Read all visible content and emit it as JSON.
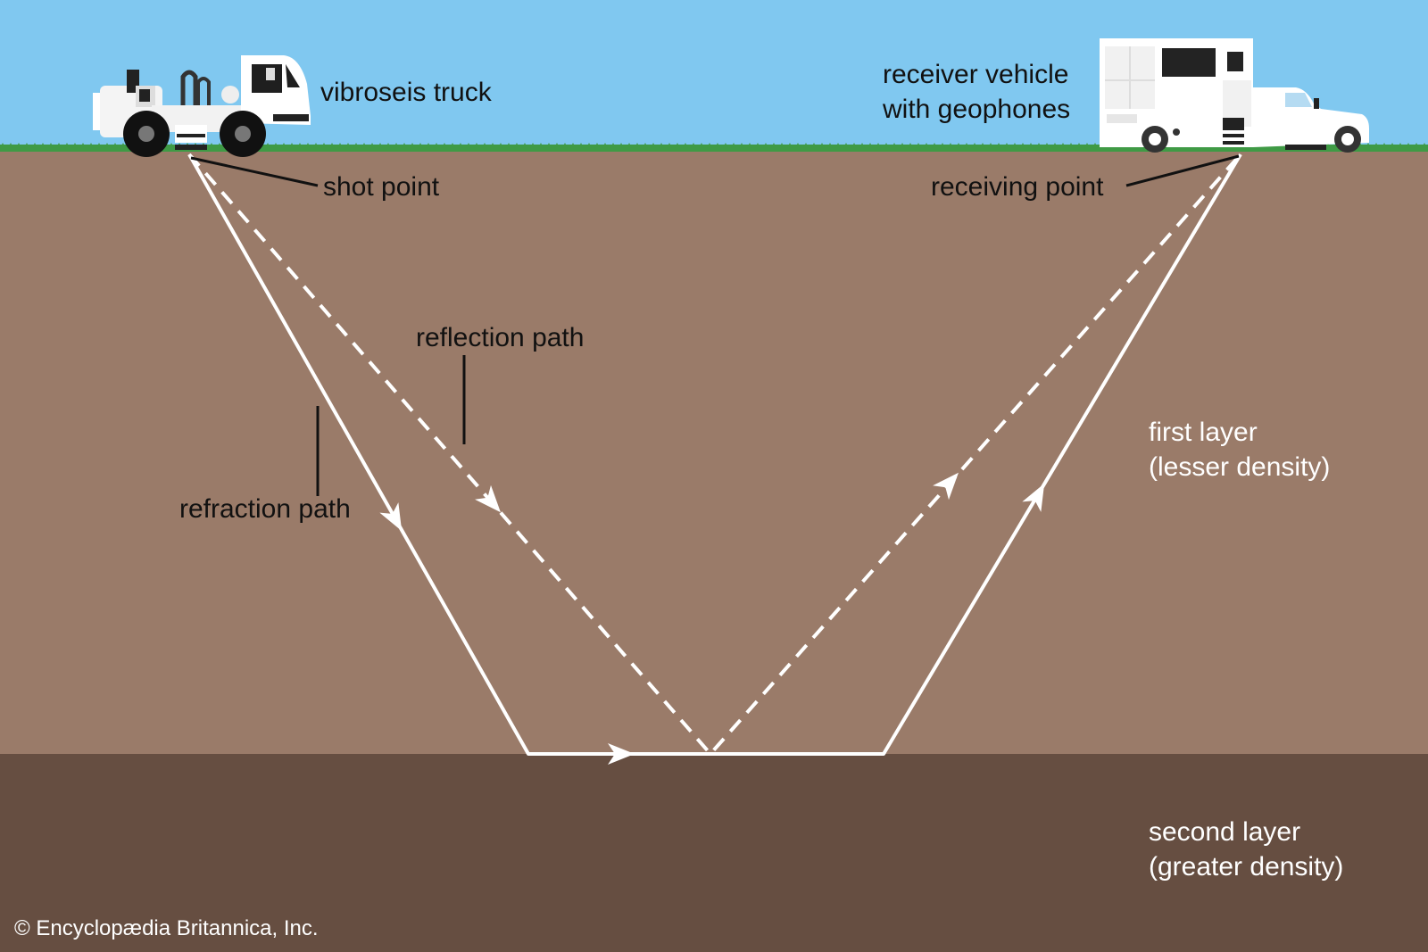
{
  "colors": {
    "sky": "#80c8f0",
    "grass": "#3f9a45",
    "first_layer": "#9a7b69",
    "second_layer": "#664e41",
    "path": "#ffffff",
    "label_dark": "#111111",
    "label_light": "#ffffff"
  },
  "icons": {
    "source_vehicle": "vibroseis-truck-icon",
    "receiver_vehicle": "receiver-vehicle-icon"
  },
  "labels": {
    "vibroseis_truck": "vibroseis truck",
    "receiver_vehicle": [
      "receiver vehicle",
      "with geophones"
    ],
    "shot_point": "shot point",
    "receiving_point": "receiving point",
    "reflection_path": "reflection path",
    "refraction_path": "refraction path",
    "first_layer": [
      "first layer",
      "(lesser density)"
    ],
    "second_layer": [
      "second layer",
      "(greater density)"
    ]
  },
  "credit": "© Encyclopædia Britannica, Inc."
}
